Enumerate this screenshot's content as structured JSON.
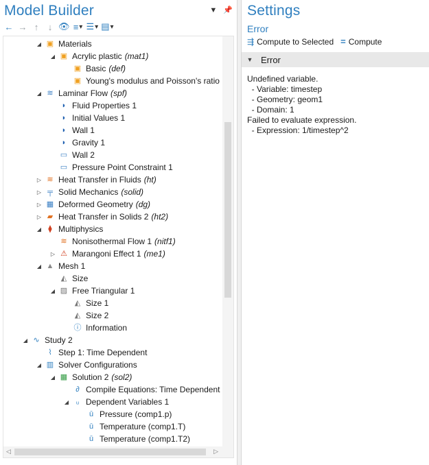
{
  "left_panel": {
    "title": "Model Builder",
    "tree": [
      {
        "label": "Materials",
        "tag": "",
        "icon": "materials-icon",
        "toggle": "▲"
      },
      {
        "label": "Acrylic plastic",
        "tag": "(mat1)",
        "icon": "material-icon",
        "toggle": "▲"
      },
      {
        "label": "Basic",
        "tag": "(def)",
        "icon": "material-property-icon",
        "toggle": ""
      },
      {
        "label": "Young's modulus and Poisson's ratio",
        "tag": "",
        "icon": "material-property-icon",
        "toggle": ""
      },
      {
        "label": "Laminar Flow",
        "tag": "(spf)",
        "icon": "laminar-flow-icon",
        "toggle": "▲"
      },
      {
        "label": "Fluid Properties 1",
        "tag": "",
        "icon": "domain-feature-icon",
        "toggle": ""
      },
      {
        "label": "Initial Values 1",
        "tag": "",
        "icon": "domain-feature-icon",
        "toggle": ""
      },
      {
        "label": "Wall 1",
        "tag": "",
        "icon": "boundary-feature-icon",
        "toggle": ""
      },
      {
        "label": "Gravity 1",
        "tag": "",
        "icon": "gravity-icon",
        "toggle": ""
      },
      {
        "label": "Wall 2",
        "tag": "",
        "icon": "wall-icon",
        "toggle": ""
      },
      {
        "label": "Pressure Point Constraint 1",
        "tag": "",
        "icon": "point-constraint-icon",
        "toggle": ""
      },
      {
        "label": "Heat Transfer in Fluids",
        "tag": "(ht)",
        "icon": "heat-transfer-fluids-icon",
        "toggle": "▷"
      },
      {
        "label": "Solid Mechanics",
        "tag": "(solid)",
        "icon": "solid-mechanics-icon",
        "toggle": "▷"
      },
      {
        "label": "Deformed Geometry",
        "tag": "(dg)",
        "icon": "deformed-geometry-icon",
        "toggle": "▷"
      },
      {
        "label": "Heat Transfer in Solids 2",
        "tag": "(ht2)",
        "icon": "heat-transfer-solids-icon",
        "toggle": "▷"
      },
      {
        "label": "Multiphysics",
        "tag": "",
        "icon": "multiphysics-icon",
        "toggle": "▲"
      },
      {
        "label": "Nonisothermal Flow 1",
        "tag": "(nitf1)",
        "icon": "nonisothermal-flow-icon",
        "toggle": ""
      },
      {
        "label": "Marangoni Effect 1",
        "tag": "(me1)",
        "icon": "marangoni-warning-icon",
        "toggle": "▷"
      },
      {
        "label": "Mesh 1",
        "tag": "",
        "icon": "mesh-icon",
        "toggle": "▲"
      },
      {
        "label": "Size",
        "tag": "",
        "icon": "size-icon",
        "toggle": ""
      },
      {
        "label": "Free Triangular 1",
        "tag": "",
        "icon": "free-triangular-icon",
        "toggle": "▲"
      },
      {
        "label": "Size 1",
        "tag": "",
        "icon": "size-icon",
        "toggle": ""
      },
      {
        "label": "Size 2",
        "tag": "",
        "icon": "size-icon",
        "toggle": ""
      },
      {
        "label": "Information",
        "tag": "",
        "icon": "information-icon",
        "toggle": ""
      },
      {
        "label": "Study 2",
        "tag": "",
        "icon": "study-icon",
        "toggle": "▲"
      },
      {
        "label": "Step 1: Time Dependent",
        "tag": "",
        "icon": "time-dependent-icon",
        "toggle": ""
      },
      {
        "label": "Solver Configurations",
        "tag": "",
        "icon": "solver-configurations-icon",
        "toggle": "▲"
      },
      {
        "label": "Solution 2",
        "tag": "(sol2)",
        "icon": "solution-icon",
        "toggle": "▲"
      },
      {
        "label": "Compile Equations: Time Dependent",
        "tag": "",
        "icon": "compile-equations-icon",
        "toggle": ""
      },
      {
        "label": "Dependent Variables 1",
        "tag": "",
        "icon": "dependent-variables-icon",
        "toggle": "▲"
      },
      {
        "label": "Pressure (comp1.p)",
        "tag": "",
        "icon": "field-variable-icon",
        "toggle": ""
      },
      {
        "label": "Temperature (comp1.T)",
        "tag": "",
        "icon": "field-variable-icon",
        "toggle": ""
      },
      {
        "label": "Temperature (comp1.T2)",
        "tag": "",
        "icon": "field-variable-icon",
        "toggle": ""
      }
    ]
  },
  "right_panel": {
    "title": "Settings",
    "subtitle": "Error",
    "compute_to_selected_label": "Compute to Selected",
    "compute_label": "Compute",
    "section_title": "Error",
    "message": "Undefined variable.\n  - Variable: timestep\n  - Geometry: geom1\n  - Domain: 1\nFailed to evaluate expression.\n  - Expression: 1/timestep^2"
  },
  "colors": {
    "accent": "#2f7fbf",
    "materials": "#f0a020",
    "flow": "#3a7fc4"
  }
}
